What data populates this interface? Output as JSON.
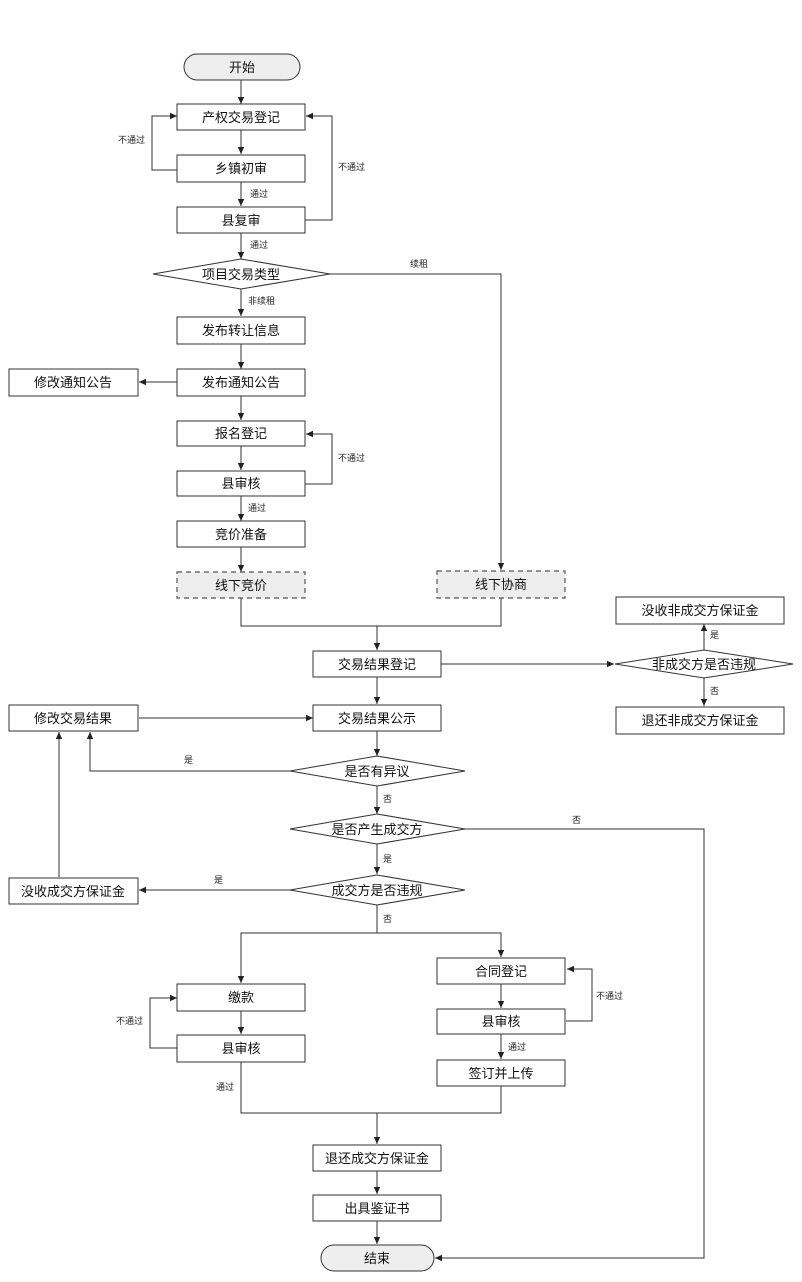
{
  "nodes": {
    "start": "开始",
    "register": "产权交易登记",
    "town_review": "乡镇初审",
    "county_review": "县复审",
    "project_type": "项目交易类型",
    "publish_transfer": "发布转让信息",
    "publish_notice": "发布通知公告",
    "modify_notice": "修改通知公告",
    "signup": "报名登记",
    "county_check1": "县审核",
    "bid_prep": "竞价准备",
    "offline_bid": "线下竞价",
    "offline_negotiate": "线下协商",
    "result_register": "交易结果登记",
    "non_party_violation": "非成交方是否违规",
    "confiscate_non_deposit": "没收非成交方保证金",
    "refund_non_deposit": "退还非成交方保证金",
    "modify_result": "修改交易结果",
    "result_publicity": "交易结果公示",
    "objection": "是否有异议",
    "has_deal": "是否产生成交方",
    "party_violation": "成交方是否违规",
    "confiscate_deposit": "没收成交方保证金",
    "payment": "缴款",
    "county_check2": "县审核",
    "contract_register": "合同登记",
    "county_check3": "县审核",
    "sign_upload": "签订并上传",
    "refund_deposit": "退还成交方保证金",
    "certificate": "出具鉴证书",
    "end": "结束"
  },
  "edge_labels": {
    "fail_town": "不通过",
    "pass_town": "通过",
    "fail_county": "不通过",
    "pass_county": "通过",
    "renewal": "续租",
    "non_renewal": "非续租",
    "fail_signup": "不通过",
    "pass_signup": "通过",
    "yes_non_violation": "是",
    "no_non_violation": "否",
    "yes_objection": "是",
    "no_objection": "否",
    "no_deal": "否",
    "yes_deal": "是",
    "yes_violation": "是",
    "no_violation": "否",
    "fail_payment": "不通过",
    "pass_payment": "通过",
    "fail_contract": "不通过",
    "pass_contract": "通过"
  }
}
